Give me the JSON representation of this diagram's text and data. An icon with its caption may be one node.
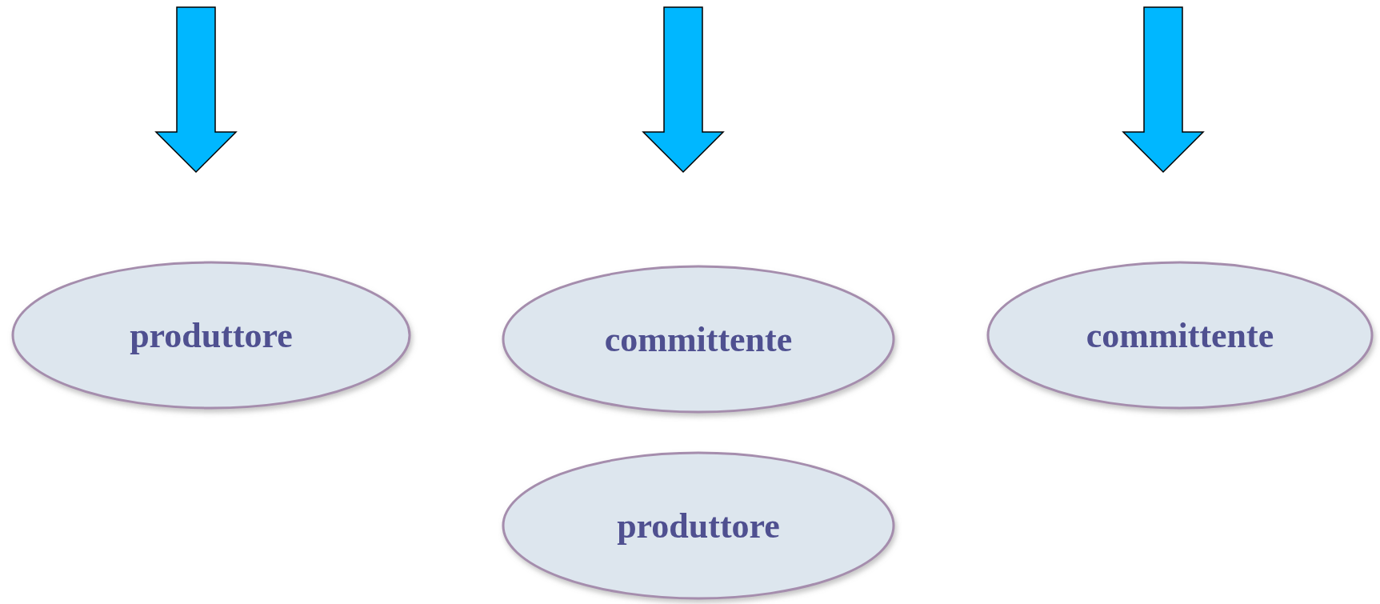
{
  "diagram": {
    "nodes": [
      {
        "text": [
          "produttore"
        ]
      },
      {
        "text": [
          "committente"
        ]
      },
      {
        "text": [
          "produttore"
        ]
      },
      {
        "text": [
          "committente"
        ]
      }
    ]
  }
}
